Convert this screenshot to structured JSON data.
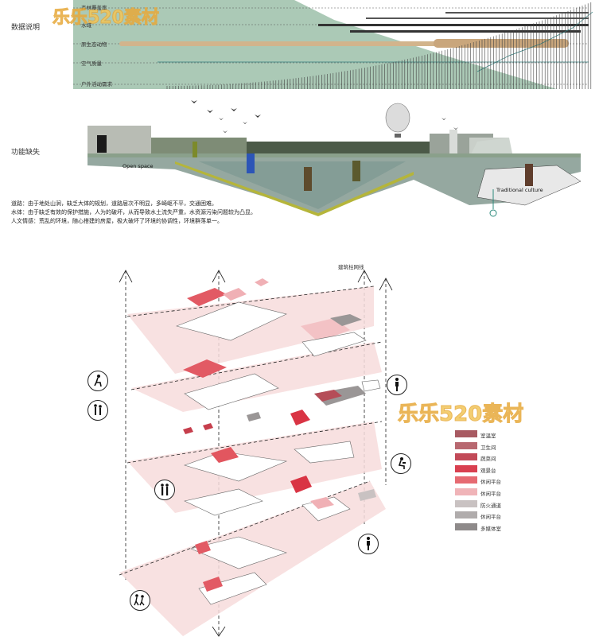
{
  "header": {
    "data_label": "数据说明",
    "function_label": "功能缺失",
    "watermark": "乐乐520素材"
  },
  "data_rows": [
    {
      "label": "森林覆盖率"
    },
    {
      "label": "水域"
    },
    {
      "label": "原生态动物"
    },
    {
      "label": "空气质量"
    },
    {
      "label": "户外活动需求"
    }
  ],
  "section_photo": {
    "open_space": "Open space",
    "traditional_culture": "Traditional culture"
  },
  "description": [
    "道路：由于地处山涧，缺乏大体的规划，道路层次不明显，多崎岖不平，交通困难。",
    "水体：由于缺乏有效的保护措施，人为的破坏，从而导致水土流失严重，水资源污染问题较为凸显。",
    "人文情感：荒乱的环境，随心搭建的房屋，极大破坏了环境的协调性，环境群落单一。"
  ],
  "axon": {
    "title": "建筑柱网线",
    "watermark": "乐乐520素材"
  },
  "legend": [
    {
      "label": "室温室",
      "color": "#a85a62"
    },
    {
      "label": "卫生间",
      "color": "#b86870"
    },
    {
      "label": "蔬菜间",
      "color": "#c24a58"
    },
    {
      "label": "观景台",
      "color": "#d94050"
    },
    {
      "label": "休闲平台",
      "color": "#e66a72"
    },
    {
      "label": "休闲平台",
      "color": "#f0b4b8"
    },
    {
      "label": "防火通道",
      "color": "#c9c2c2"
    },
    {
      "label": "休闲平台",
      "color": "#b0acac"
    },
    {
      "label": "多媒体室",
      "color": "#8e8a8a"
    }
  ],
  "icons": [
    {
      "name": "sitting-person-icon"
    },
    {
      "name": "standing-people-icon"
    },
    {
      "name": "standing-person-icon"
    },
    {
      "name": "reading-person-icon"
    },
    {
      "name": "pair-people-icon"
    },
    {
      "name": "single-person-icon"
    },
    {
      "name": "walking-people-icon"
    }
  ]
}
